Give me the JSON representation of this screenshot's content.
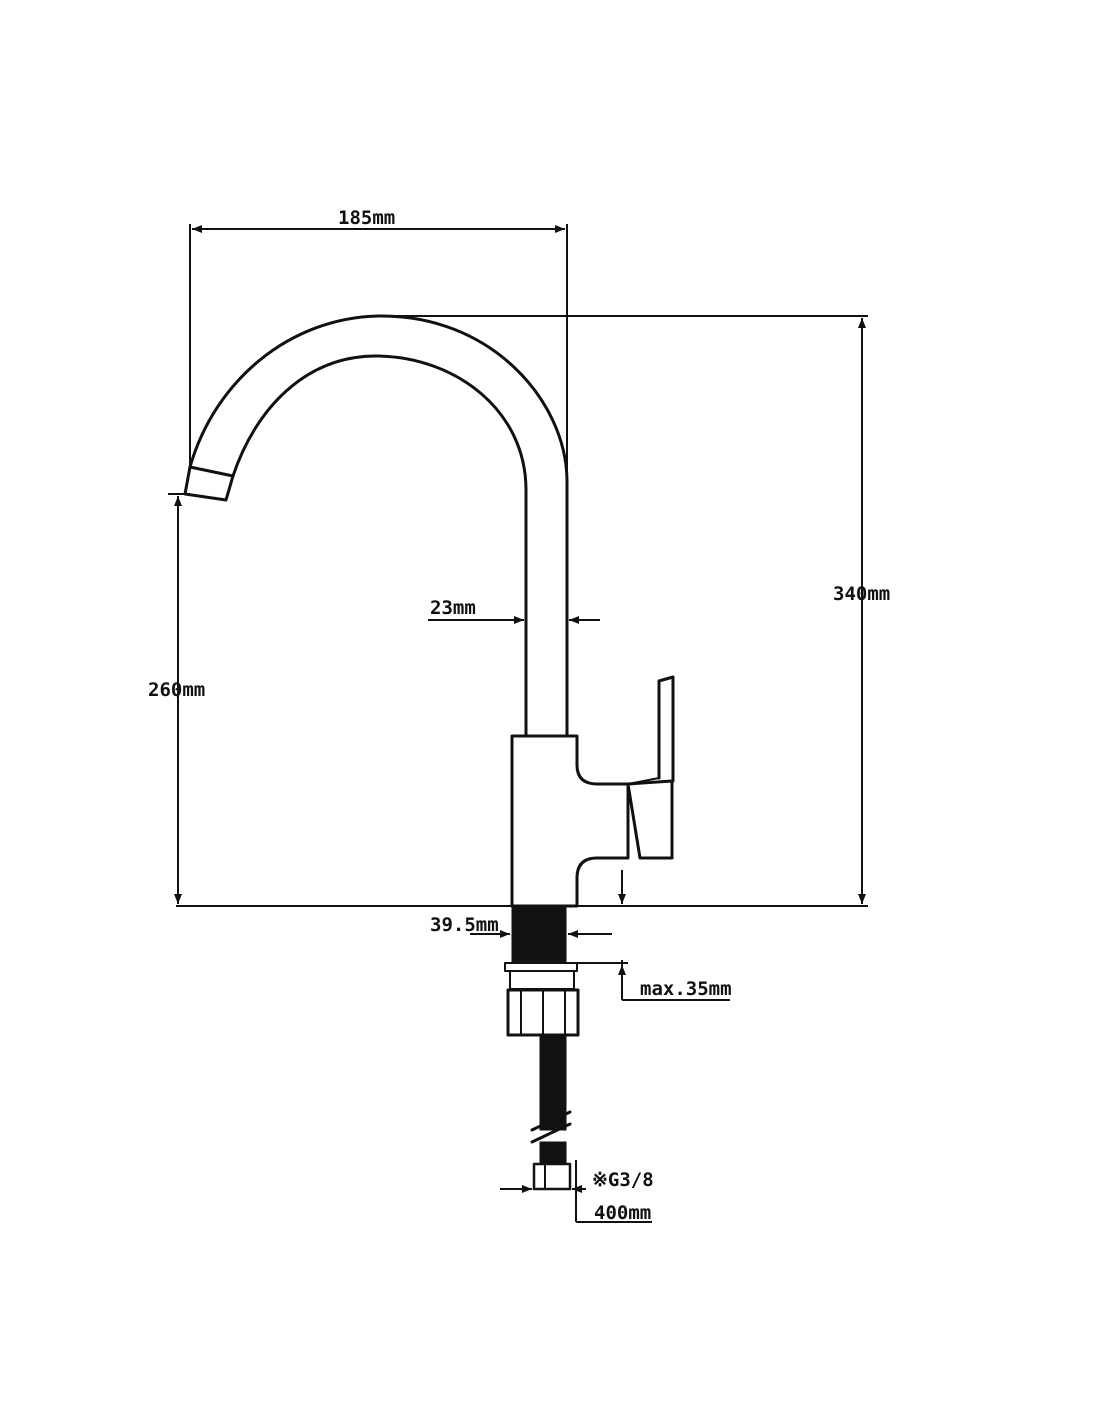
{
  "dimensions": {
    "spout_reach": "185mm",
    "total_height": "340mm",
    "spout_height": "260mm",
    "pipe_diameter": "23mm",
    "base_diameter": "39.5mm",
    "max_deck_thickness": "max.35mm",
    "hose_length": "400mm",
    "hose_thread": "※G3/8"
  },
  "colors": {
    "line": "#111111",
    "background": "#ffffff"
  }
}
